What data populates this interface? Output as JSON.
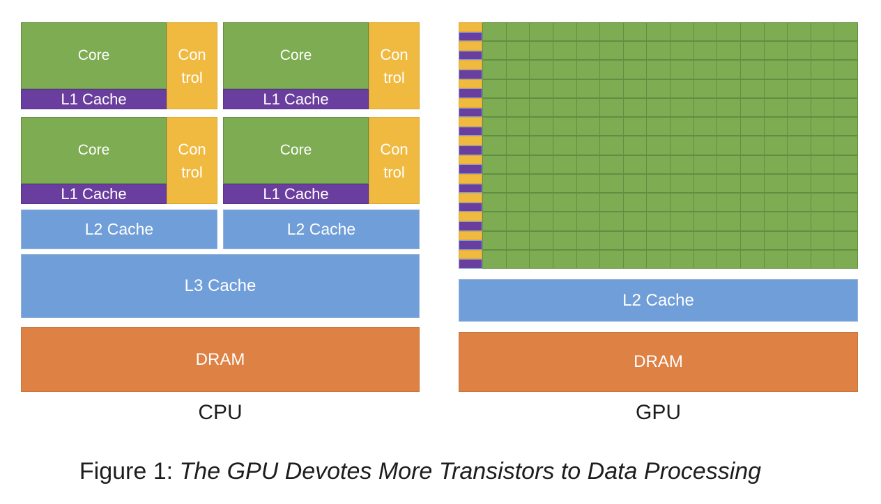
{
  "colors": {
    "core_green": "#7dac53",
    "green_line": "#618f41",
    "control_yellow": "#f0ba41",
    "yellow_line": "#dda832",
    "cache_purple": "#6a3e9e",
    "purple_line": "#5c3390",
    "purple_halo": "#7f9fd2",
    "cache_blue": "#6f9ed9",
    "blue_line": "#94b2dc",
    "dram_orange": "#dd8145",
    "orange_line": "#c9763b",
    "label_dark": "#1d1d1d"
  },
  "cpu": {
    "label": "CPU",
    "cores": {
      "core_label": "Core",
      "control_line1": "Con",
      "control_line2": "trol",
      "l1_label": "L1 Cache"
    },
    "l2_label": "L2 Cache",
    "l3_label": "L3 Cache",
    "dram_label": "DRAM"
  },
  "gpu": {
    "label": "GPU",
    "grid": {
      "rows": 13,
      "cols": 16
    },
    "l2_label": "L2 Cache",
    "dram_label": "DRAM"
  },
  "caption": {
    "prefix": "Figure 1:",
    "title": "The GPU Devotes More Transistors to Data Processing"
  }
}
